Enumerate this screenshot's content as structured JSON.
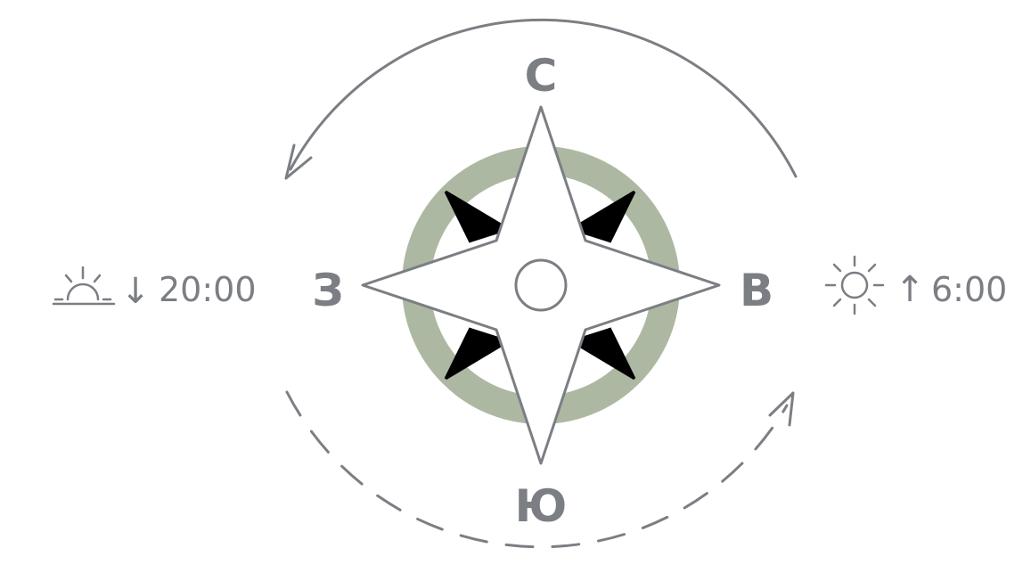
{
  "compass": {
    "north": "С",
    "south": "Ю",
    "west": "З",
    "east": "В"
  },
  "sunset": {
    "icon": "sunset-icon",
    "arrow": "↓",
    "time": "20:00"
  },
  "sunrise": {
    "icon": "sun-icon",
    "arrow": "↑",
    "time": "6:00"
  },
  "colors": {
    "text": "#7b7e83",
    "ring": "#adb8a2",
    "star_fill": "#ffffff",
    "star_stroke": "#7b7e83",
    "needle": "#000000"
  }
}
